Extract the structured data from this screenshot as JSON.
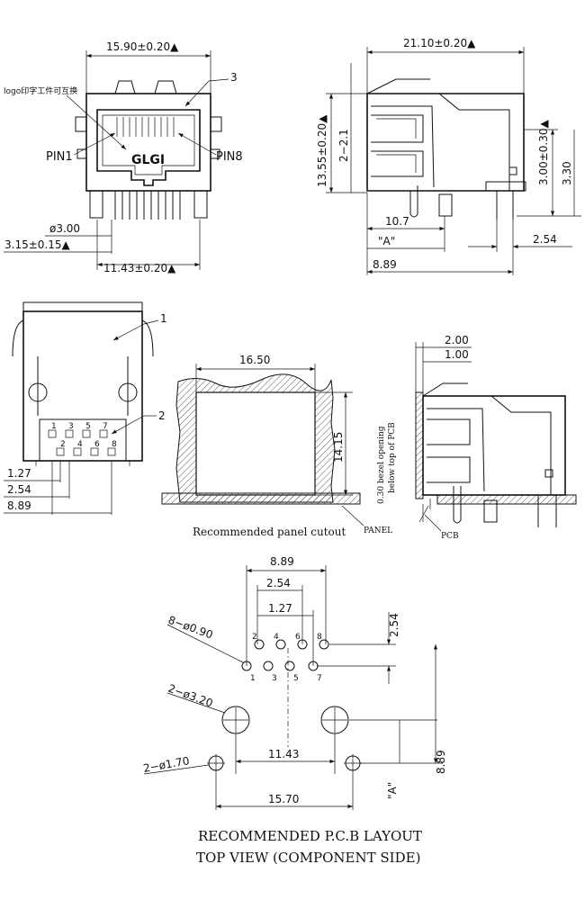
{
  "front_view": {
    "width_dim": "15.90±0.20▲",
    "callout_3": "3",
    "logo_note": "logo印字工件可互换",
    "pin1": "PIN1",
    "pin8": "PIN8",
    "brand": "GLGI",
    "hole_dia": "ø3.00",
    "hole_offset": "3.15±0.15▲",
    "hole_span": "11.43±0.20▲"
  },
  "side_view": {
    "length_dim": "21.10±0.20▲",
    "height_dim": "13.55±0.20▲",
    "height_sub": "2−2.1",
    "leg_dim": "3.00±0.30▲",
    "leg_dim2": "3.30",
    "pin_dim": "10.7",
    "ref_a": "\"A\"",
    "pitch": "2.54",
    "total": "8.89"
  },
  "bottom_view": {
    "callout_1": "1",
    "callout_2": "2",
    "d1": "1.27",
    "d2": "2.54",
    "d3": "8.89",
    "pins_top": [
      "1",
      "3",
      "5",
      "7"
    ],
    "pins_bot": [
      "2",
      "4",
      "6",
      "8"
    ]
  },
  "panel": {
    "width": "16.50",
    "height": "14.15",
    "caption": "Recommended panel cutout",
    "bezel_note_1": "0.30 bezel opening",
    "bezel_note_2": "below top of PCB",
    "panel_label": "PANEL",
    "pcb_label": "PCB",
    "dim_200": "2.00",
    "dim_100": "1.00"
  },
  "layout": {
    "d_889": "8.89",
    "d_254": "2.54",
    "d_127": "1.27",
    "d_254_v": "2.54",
    "pin_holes": "8−ø0.90",
    "big_holes": "2−ø3.20",
    "small_holes": "2−ø1.70",
    "span_1143": "11.43",
    "span_1570": "15.70",
    "v_889": "8.89",
    "ref_a": "\"A\"",
    "pins_top": [
      "2",
      "4",
      "6",
      "8"
    ],
    "pins_bot": [
      "1",
      "3",
      "5",
      "7"
    ],
    "title_1": "RECOMMENDED P.C.B LAYOUT",
    "title_2": "TOP VIEW (COMPONENT SIDE)"
  }
}
